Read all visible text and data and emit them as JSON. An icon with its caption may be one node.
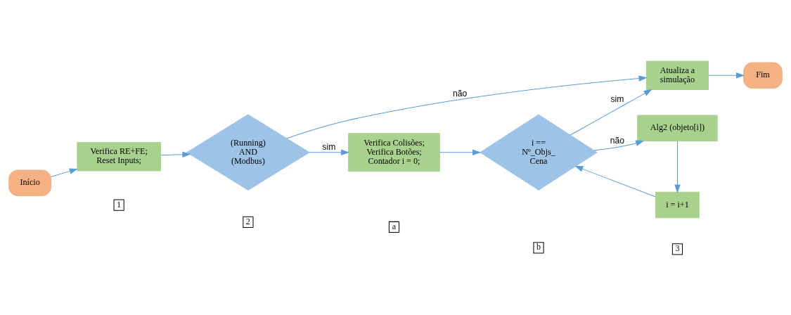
{
  "diagram": {
    "nodes": [
      {
        "text": [
          "Início"
        ]
      },
      {
        "text": [
          "Verifica RE+FE; Reset Inputs;"
        ]
      },
      {
        "text": [
          "(Running) AND (Modbus)"
        ]
      },
      {
        "text": [
          "Verifica Colisões; Verifica Botões; Contador i = 0;"
        ]
      },
      {
        "text": [
          "i == Nº_Objs_ Cena"
        ]
      },
      {
        "text": [
          "Atualiza a simulação"
        ]
      },
      {
        "text": [
          "Fim"
        ]
      },
      {
        "text": [
          "i = i+1"
        ]
      },
      {
        "text": [
          "Alg2 (objeto[i])"
        ]
      }
    ],
    "edges": [
      {
        "from": 0,
        "to": 1,
        "arrow": "to"
      },
      {
        "from": 1,
        "to": 2,
        "arrow": "to"
      },
      {
        "from": 2,
        "to": 3,
        "arrow": "to",
        "label": "sim"
      },
      {
        "from": 2,
        "to": 5,
        "arrow": "to",
        "label": "não"
      },
      {
        "from": 3,
        "to": 4,
        "arrow": "to"
      },
      {
        "from": 4,
        "to": 5,
        "arrow": "to",
        "label": "sim"
      },
      {
        "from": 5,
        "to": 6,
        "arrow": "to"
      },
      {
        "from": 4,
        "to": 8,
        "arrow": "to",
        "label": "não"
      },
      {
        "from": 8,
        "to": 7,
        "arrow": "to"
      },
      {
        "from": 7,
        "to": 4,
        "arrow": "to"
      }
    ],
    "labels": [
      "1",
      "2",
      "a",
      "b",
      "3"
    ]
  }
}
